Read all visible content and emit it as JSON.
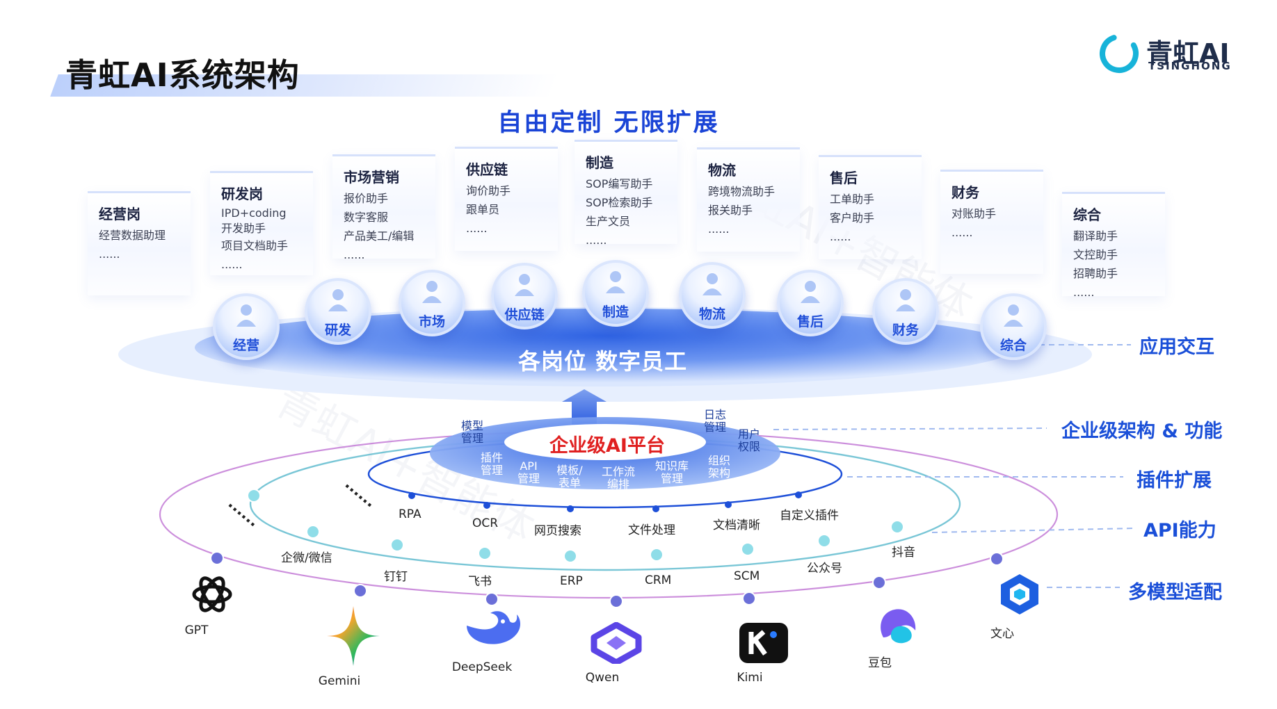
{
  "title": "青虹AI系统架构",
  "logo": {
    "name": "青虹AI",
    "en": "TSINGHONG"
  },
  "slogan": "自由定制  无限扩展",
  "roles": [
    {
      "title": "经营岗",
      "items": [
        "经营数据助理",
        "......"
      ],
      "orb": "经营"
    },
    {
      "title": "研发岗",
      "items": [
        "IPD+coding",
        "开发助手",
        "项目文档助手",
        "......"
      ],
      "orb": "研发"
    },
    {
      "title": "市场营销",
      "items": [
        "报价助手",
        "数字客服",
        "产品美工/编辑",
        "......"
      ],
      "orb": "市场"
    },
    {
      "title": "供应链",
      "items": [
        "询价助手",
        "跟单员",
        "......"
      ],
      "orb": "供应链"
    },
    {
      "title": "制造",
      "items": [
        "SOP编写助手",
        "SOP检索助手",
        "生产文员",
        "......"
      ],
      "orb": "制造"
    },
    {
      "title": "物流",
      "items": [
        "跨境物流助手",
        "报关助手",
        "......"
      ],
      "orb": "物流"
    },
    {
      "title": "售后",
      "items": [
        "工单助手",
        "客户助手",
        "......"
      ],
      "orb": "售后"
    },
    {
      "title": "财务",
      "items": [
        "对账助手",
        "......"
      ],
      "orb": "财务"
    },
    {
      "title": "综合",
      "items": [
        "翻译助手",
        "文控助手",
        "招聘助手",
        "......"
      ],
      "orb": "综合"
    }
  ],
  "disk_label": "各岗位 数字员工",
  "platform": {
    "title": "企业级AI平台",
    "features": [
      "模型管理",
      "插件管理",
      "API管理",
      "模板/表单",
      "工作流编排",
      "知识库管理",
      "组织架构",
      "用户权限",
      "日志管理"
    ]
  },
  "plugins": [
    "RPA",
    "OCR",
    "网页搜索",
    "文件处理",
    "文档清晰",
    "自定义插件"
  ],
  "apis": [
    "企微/微信",
    "钉钉",
    "飞书",
    "ERP",
    "CRM",
    "SCM",
    "公众号",
    "抖音"
  ],
  "models": [
    "GPT",
    "Gemini",
    "DeepSeek",
    "Qwen",
    "Kimi",
    "豆包",
    "文心"
  ],
  "ellipsis": "......",
  "layers": [
    "应用交互",
    "企业级架构 & 功能",
    "插件扩展",
    "API能力",
    "多模型适配"
  ],
  "colors": {
    "accent": "#1a4fd8",
    "platform_title": "#e02020",
    "slogan": "#1a44d6"
  },
  "watermark": "青虹AI+智能体"
}
